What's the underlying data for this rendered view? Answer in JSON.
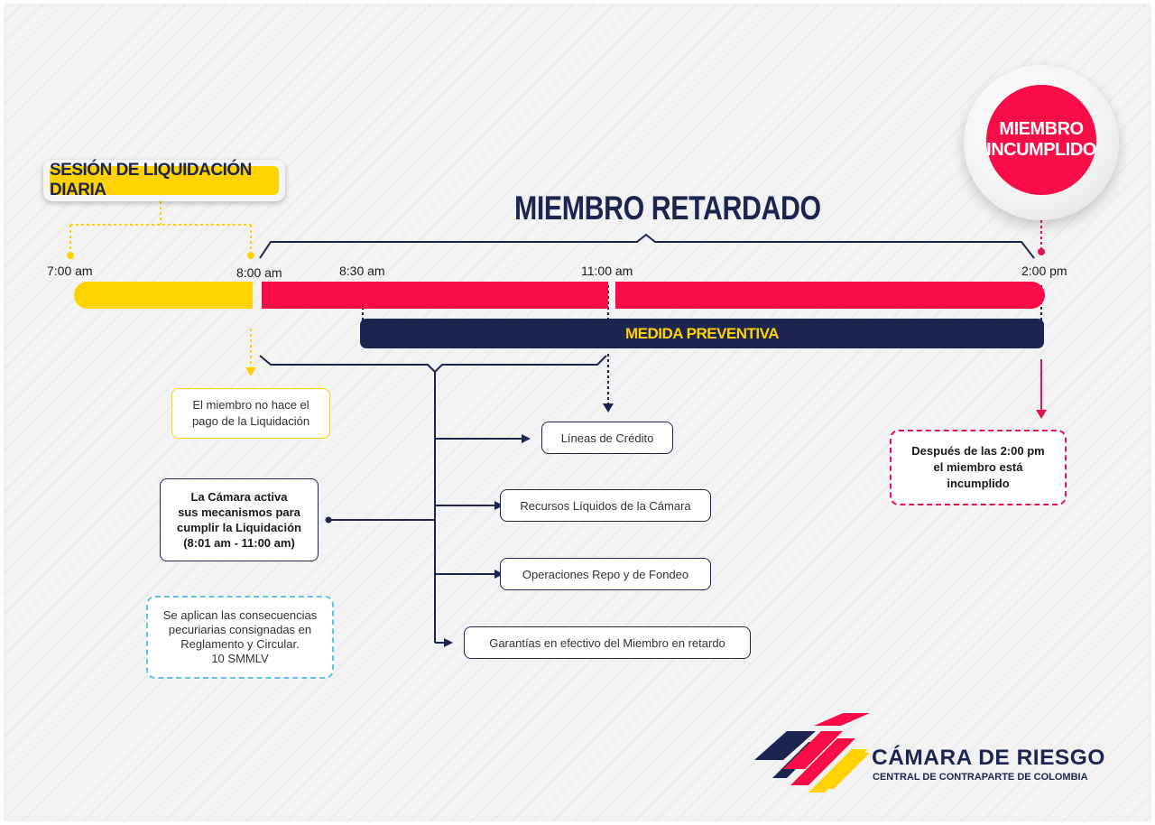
{
  "header": {
    "session_label": "SESIÓN DE LIQUIDACIÓN DIARIA",
    "title": "MIEMBRO RETARDADO",
    "defaulted_member": [
      "MIEMBRO",
      "INCUMPLIDO"
    ]
  },
  "timeline": {
    "times": [
      "7:00 am",
      "8:00 am",
      "8:30 am",
      "11:00 am",
      "2:00 pm"
    ],
    "preventive_measure": "MEDIDA PREVENTIVA"
  },
  "notes": {
    "no_payment": [
      "El miembro no hace el",
      "pago de la Liquidación"
    ],
    "mechanisms": [
      "La Cámara activa",
      "sus mecanismos para",
      "cumplir la Liquidación",
      "(8:01 am - 11:00 am)"
    ],
    "consequences": [
      "Se aplican las consecuencias",
      "pecuriarias consignadas en",
      "Reglamento y Circular.",
      "10 SMMLV"
    ],
    "after_two": [
      "Después de las 2:00 pm",
      "el miembro está",
      "incumplido"
    ]
  },
  "mechanisms": [
    "Líneas de Crédito",
    "Recursos Líquidos de la Cámara",
    "Operaciones Repo y de Fondeo",
    "Garantías en efectivo del Miembro en retardo"
  ],
  "logo": {
    "name": "CÁMARA DE RIESGO",
    "subtitle": "CENTRAL DE CONTRAPARTE DE COLOMBIA"
  },
  "colors": {
    "navy": "#1b2550",
    "yellow": "#ffd200",
    "red": "#fa0c46",
    "cyan": "#63c3e6"
  }
}
